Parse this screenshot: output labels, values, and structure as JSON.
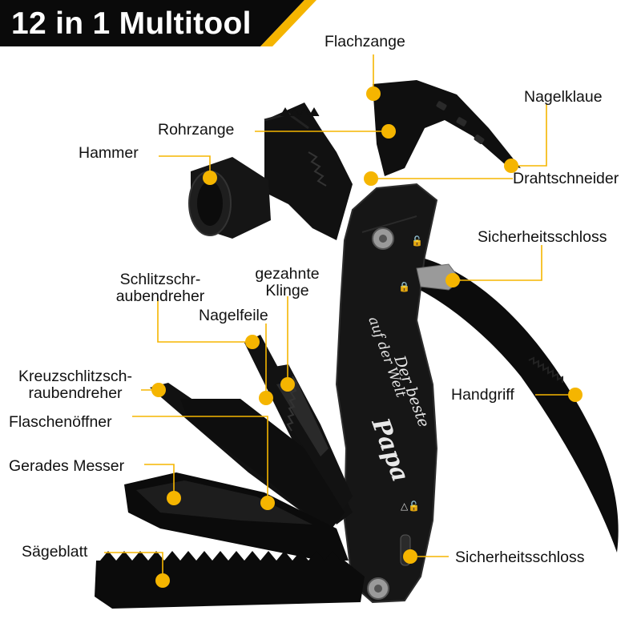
{
  "title": "12 in 1 Multitool",
  "engraving": {
    "line1": "Der beste",
    "line2": "auf der Welt",
    "line3": "Papa"
  },
  "accent_color": "#F5B500",
  "labels": {
    "flachzange": "Flachzange",
    "nagelklaue": "Nagelklaue",
    "rohrzange": "Rohrzange",
    "hammer": "Hammer",
    "drahtschneider": "Drahtschneider",
    "sicherheitsschloss_top": "Sicherheitsschloss",
    "schlitz_line1": "Schlitzschr-",
    "schlitz_line2": "aubendreher",
    "gezahnte_line1": "gezahnte",
    "gezahnte_line2": "Klinge",
    "nagelfeile": "Nagelfeile",
    "kreuz_line1": "Kreuzschlitzsch-",
    "kreuz_line2": "raubendreher",
    "handgriff": "Handgriff",
    "flaschenoeffner": "Flaschenöffner",
    "gerades_messer": "Gerades Messer",
    "saegeblatt": "Sägeblatt",
    "sicherheitsschloss_bottom": "Sicherheitsschloss"
  }
}
